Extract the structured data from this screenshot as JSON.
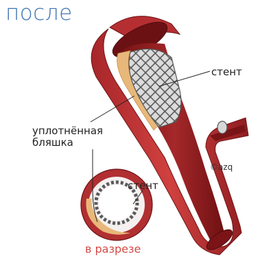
{
  "title": "после",
  "labels": {
    "stent_top": "стент",
    "plaque_line1": "уплотнённая",
    "plaque_line2": "бляшка",
    "stent_bottom": "стент",
    "copyright": "©azq",
    "cross_section": "в разрезе"
  },
  "colors": {
    "title": "#3f73b4",
    "vessel_outer": "#a7262a",
    "vessel_mid": "#c8383a",
    "vessel_lumen": "#8f1a1c",
    "plaque": "#e8b87a",
    "stent": "#5a5a5a",
    "caption": "#d24a45"
  }
}
